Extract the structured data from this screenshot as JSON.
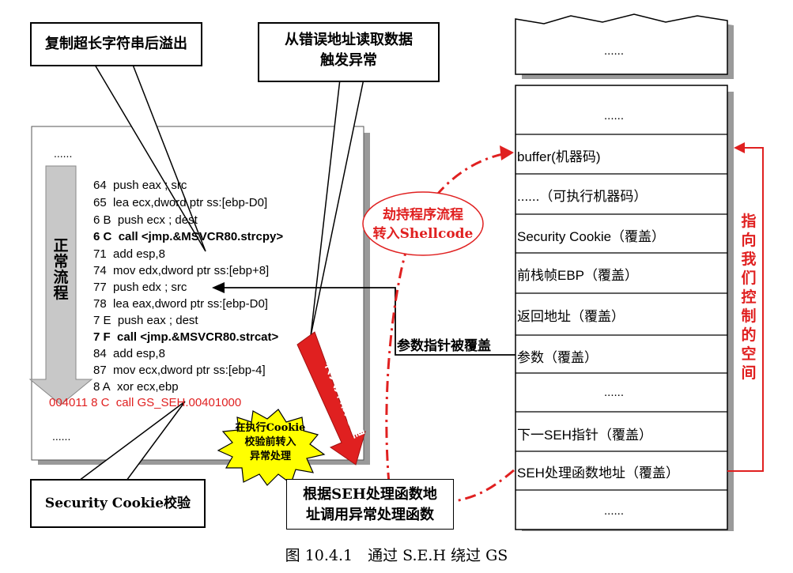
{
  "callouts": {
    "copy_overflow": "复制超长字符串后溢出",
    "read_invalid": [
      "从错误地址读取数据",
      "触发异常"
    ],
    "cookie_check": "Security Cookie校验",
    "seh_call": [
      "根据SEH处理函数地",
      "址调用异常处理函数"
    ]
  },
  "code": {
    "dots_top": "......",
    "dots_bottom": "......",
    "normal_flow": "正常流程",
    "lines": [
      {
        "addr": "64",
        "text": "push eax ; src",
        "style": "normal"
      },
      {
        "addr": "65",
        "text": "lea ecx,dword ptr ss:[ebp-D0]",
        "style": "normal"
      },
      {
        "addr": "6 B",
        "text": "push ecx ; dest",
        "style": "normal"
      },
      {
        "addr": "6 C",
        "text": "call <jmp.&MSVCR80.strcpy>",
        "style": "bold"
      },
      {
        "addr": "71",
        "text": "add esp,8",
        "style": "normal"
      },
      {
        "addr": "74",
        "text": "mov edx,dword ptr ss:[ebp+8]",
        "style": "normal"
      },
      {
        "addr": "77",
        "text": "push edx ; src",
        "style": "normal"
      },
      {
        "addr": "78",
        "text": "lea eax,dword ptr ss:[ebp-D0]",
        "style": "normal"
      },
      {
        "addr": "7 E",
        "text": "push eax ; dest",
        "style": "normal"
      },
      {
        "addr": "7 F",
        "text": "call <jmp.&MSVCR80.strcat>",
        "style": "bold"
      },
      {
        "addr": "84",
        "text": "add esp,8",
        "style": "normal"
      },
      {
        "addr": "87",
        "text": "mov ecx,dword ptr ss:[ebp-4]",
        "style": "normal"
      },
      {
        "addr": "8 A",
        "text": "xor ecx,ebp",
        "style": "normal"
      },
      {
        "addr": "004011 8 C",
        "text": "call GS_SEH.00401000",
        "style": "red"
      }
    ]
  },
  "labels": {
    "jump_exception": "转入异常处理",
    "hijack": [
      "劫持程序流程",
      "转入Shellcode"
    ],
    "arg_overwritten": "参数指针被覆盖",
    "before_cookie": [
      "在执行Cookie",
      "校验前转入",
      "异常处理"
    ],
    "points_to": "指向我们控制的空间"
  },
  "stack": {
    "top_dots": "......",
    "cells": [
      "......",
      "buffer(机器码)",
      "......（可执行机器码）",
      "Security Cookie（覆盖）",
      "前栈帧EBP（覆盖）",
      "返回地址（覆盖）",
      "参数（覆盖）",
      "......",
      "下一SEH指针（覆盖）",
      "SEH处理函数地址（覆盖）",
      "......"
    ]
  },
  "caption": "图 10.4.1　通过 S.E.H 绕过 GS",
  "colors": {
    "accent_red": "#e02020",
    "flow_gray": "#c8c8c8",
    "page_shadow": "#9a9a9a"
  }
}
